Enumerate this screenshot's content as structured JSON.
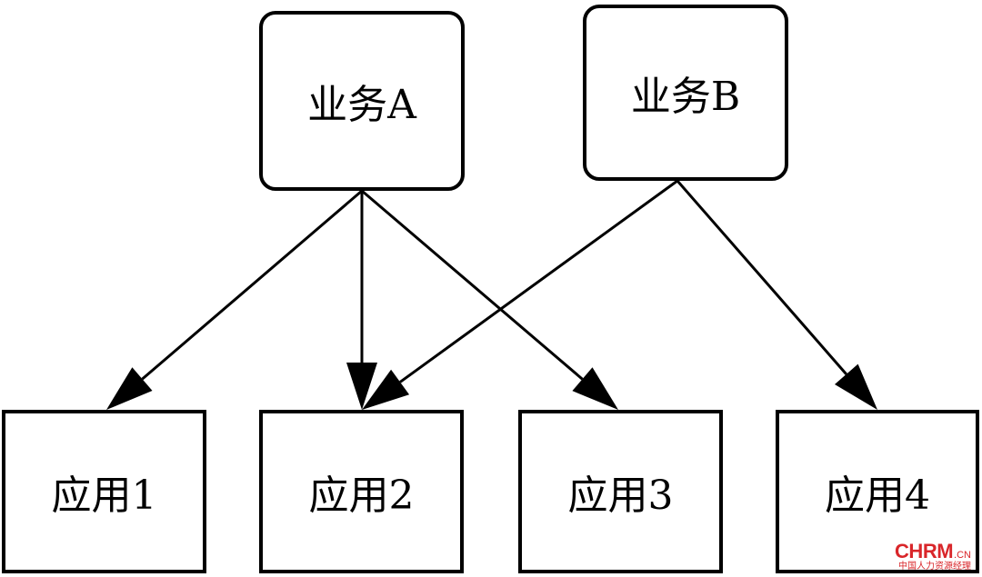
{
  "business_nodes": [
    {
      "id": "biz-a",
      "label": "业务A"
    },
    {
      "id": "biz-b",
      "label": "业务B"
    }
  ],
  "app_nodes": [
    {
      "id": "app-1",
      "label": "应用1"
    },
    {
      "id": "app-2",
      "label": "应用2"
    },
    {
      "id": "app-3",
      "label": "应用3"
    },
    {
      "id": "app-4",
      "label": "应用4"
    }
  ],
  "edges": [
    {
      "from": "biz-a",
      "to": "app-1"
    },
    {
      "from": "biz-a",
      "to": "app-2"
    },
    {
      "from": "biz-a",
      "to": "app-3"
    },
    {
      "from": "biz-b",
      "to": "app-2"
    },
    {
      "from": "biz-b",
      "to": "app-4"
    }
  ],
  "watermark": {
    "main": "CHRM",
    "suffix": ".CN",
    "sub": "中国人力资源经理"
  }
}
